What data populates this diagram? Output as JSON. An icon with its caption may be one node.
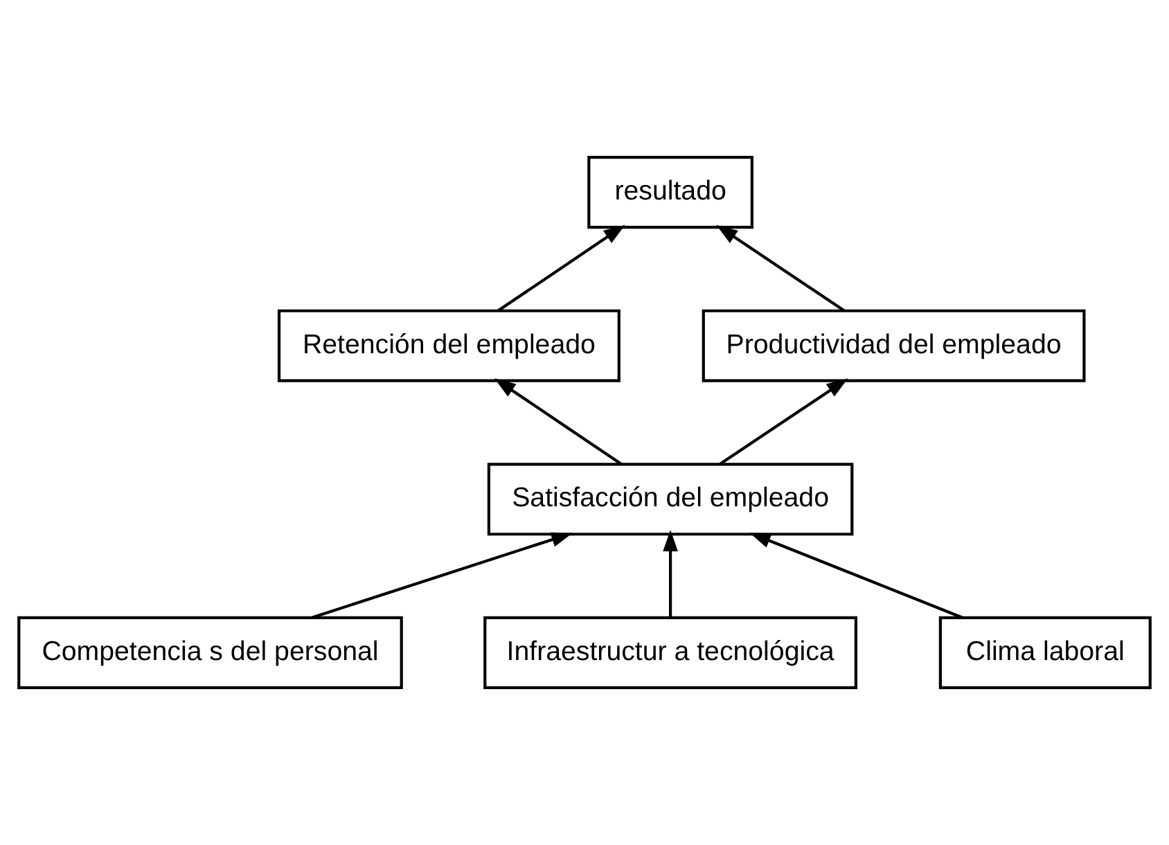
{
  "diagram": {
    "nodes": [
      {
        "text": [
          "resultado"
        ]
      },
      {
        "text": [
          "Retención del empleado"
        ]
      },
      {
        "text": [
          "Productividad del empleado"
        ]
      },
      {
        "text": [
          "Satisfacción del empleado"
        ]
      },
      {
        "text": [
          "Competencia s del personal"
        ]
      },
      {
        "text": [
          "Infraestructur a tecnológica"
        ]
      },
      {
        "text": [
          "Clima laboral"
        ]
      }
    ],
    "edges": [
      {
        "from": 1,
        "to": 0,
        "arrow": "to"
      },
      {
        "from": 2,
        "to": 0,
        "arrow": "to"
      },
      {
        "from": 3,
        "to": 1,
        "arrow": "to"
      },
      {
        "from": 3,
        "to": 2,
        "arrow": "to"
      },
      {
        "from": 4,
        "to": 3,
        "arrow": "to"
      },
      {
        "from": 5,
        "to": 3,
        "arrow": "to"
      },
      {
        "from": 6,
        "to": 3,
        "arrow": "to"
      }
    ]
  }
}
